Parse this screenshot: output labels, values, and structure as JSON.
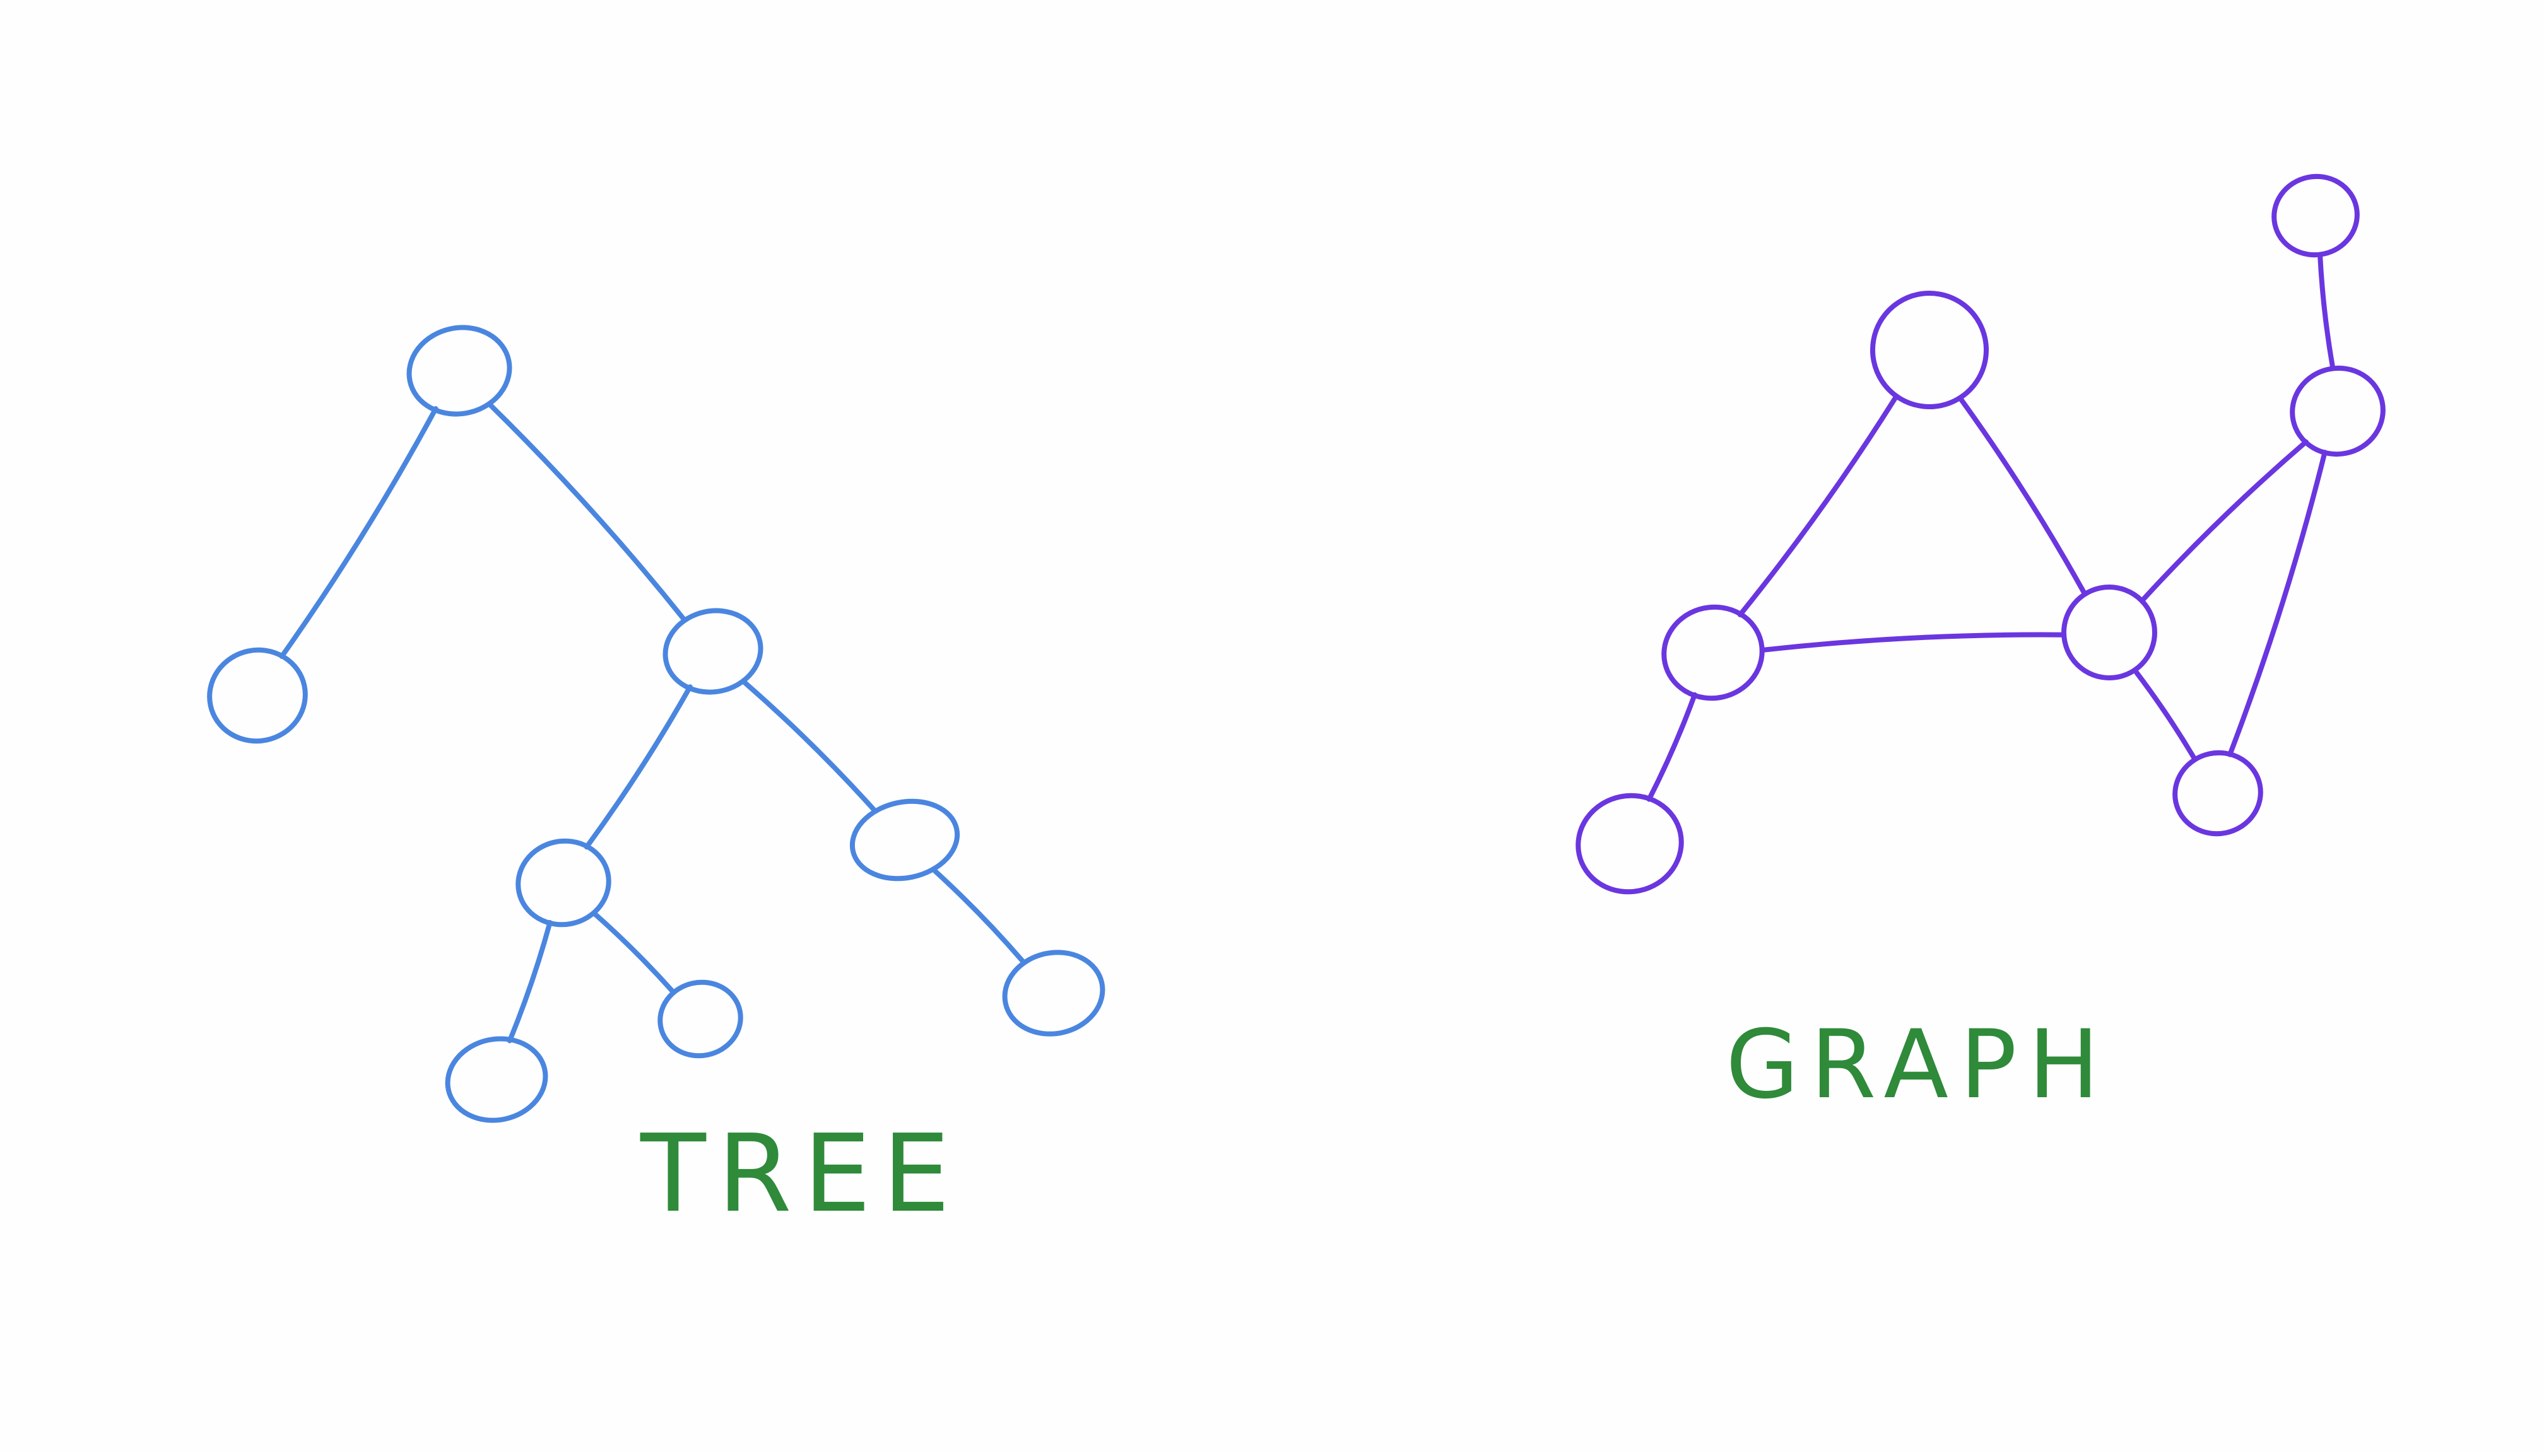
{
  "colors": {
    "tree": "#4a86e0",
    "graph": "#6a36e0",
    "caption": "#2f8a3a",
    "background": "#fefefe"
  },
  "tree": {
    "label": "TREE",
    "nodes": [
      "root",
      "left-leaf",
      "right-child",
      "mid-child",
      "right-grandchild",
      "leaf-a",
      "leaf-b",
      "leaf-c"
    ],
    "edges": [
      [
        "root",
        "left-leaf"
      ],
      [
        "root",
        "right-child"
      ],
      [
        "right-child",
        "mid-child"
      ],
      [
        "right-child",
        "right-grandchild"
      ],
      [
        "mid-child",
        "leaf-a"
      ],
      [
        "mid-child",
        "leaf-b"
      ],
      [
        "right-grandchild",
        "leaf-c"
      ]
    ]
  },
  "graph": {
    "label": "GRAPH",
    "nodes": [
      "top",
      "upper-right",
      "top-right",
      "left",
      "center",
      "bottom-left",
      "bottom-right"
    ],
    "edges": [
      [
        "top",
        "left"
      ],
      [
        "top",
        "center"
      ],
      [
        "left",
        "center"
      ],
      [
        "left",
        "bottom-left"
      ],
      [
        "center",
        "upper-right"
      ],
      [
        "center",
        "bottom-right"
      ],
      [
        "upper-right",
        "top-right"
      ],
      [
        "upper-right",
        "bottom-right"
      ]
    ]
  }
}
